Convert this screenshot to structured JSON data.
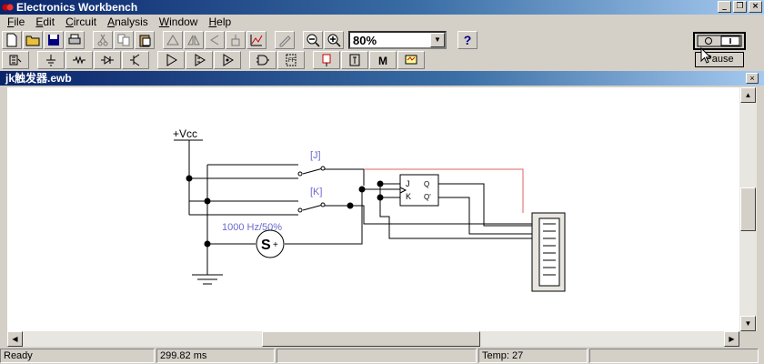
{
  "window": {
    "title": "Electronics Workbench"
  },
  "menu": [
    {
      "label": "File",
      "key": "F",
      "rest": "ile"
    },
    {
      "label": "Edit",
      "key": "E",
      "rest": "dit"
    },
    {
      "label": "Circuit",
      "key": "C",
      "rest": "ircuit"
    },
    {
      "label": "Analysis",
      "key": "A",
      "rest": "nalysis"
    },
    {
      "label": "Window",
      "key": "W",
      "rest": "indow"
    },
    {
      "label": "Help",
      "key": "H",
      "rest": "elp"
    }
  ],
  "toolbar": {
    "zoom_value": "80%",
    "help_label": "?"
  },
  "controls": {
    "power_label": "O I",
    "pause_label": "Pause"
  },
  "document": {
    "title": "jk触发器.ewb"
  },
  "circuit": {
    "vcc_label": "+Vcc",
    "switch_j_label": "[J]",
    "switch_k_label": "[K]",
    "clock_label": "1000 Hz/50%",
    "ff_j": "J",
    "ff_k": "K",
    "ff_q": "Q",
    "ff_qn": "Q'"
  },
  "status": {
    "state": "Ready",
    "time": "299.82 ms",
    "temp": "Temp:  27"
  }
}
